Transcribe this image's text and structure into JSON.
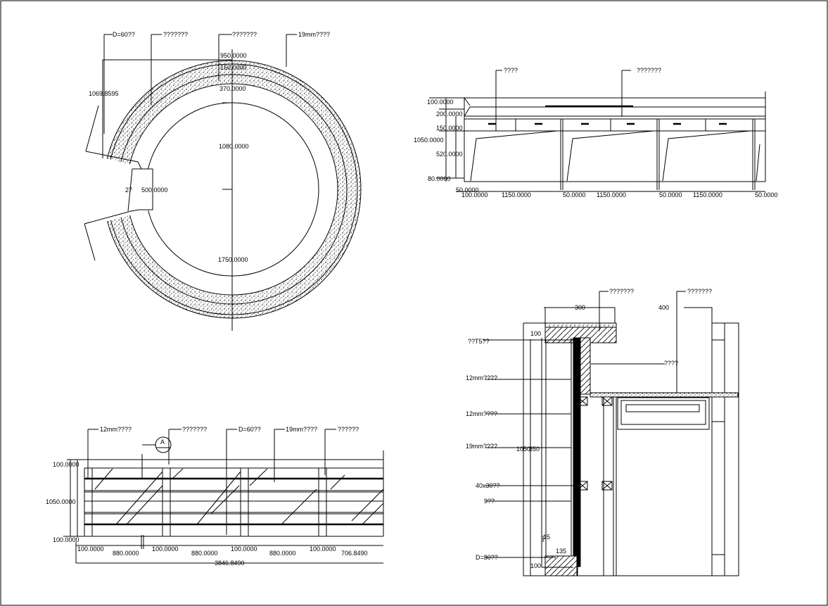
{
  "plan": {
    "labels": {
      "d60": "D=60??",
      "l2": "???????",
      "l3": "???????",
      "veneer": "19mm????"
    },
    "dims": {
      "d1": "950.0000",
      "d2": "150.0000",
      "d3": "370.0000",
      "d4": "1069.8595",
      "d5": "1080.0000",
      "d6": "500.0000",
      "d7": "1750.0000",
      "angle": "27"
    }
  },
  "back_elevation": {
    "labels": {
      "a": "????",
      "b": "???????"
    },
    "left_dims": [
      "100.0000",
      "200.0000",
      "150.0000",
      "1050.0000",
      "520.0000",
      "80.0000"
    ],
    "bottom_dims": [
      "50.0000",
      "100.0000",
      "1150.0000",
      "50.0000",
      "1150.0000",
      "50.0000",
      "1150.0000",
      "50.0000"
    ]
  },
  "front_elevation": {
    "labels": {
      "a": "12mm????",
      "b": "???????",
      "c": "D=60??",
      "d": "19mm????",
      "e": "??????"
    },
    "section_mark": "A",
    "left_dims": [
      "100.0000",
      "1050.0000",
      "100.0000"
    ],
    "bottom_dims": [
      "100.0000",
      "880.0000",
      "100.0000",
      "880.0000",
      "100.0000",
      "880.0000",
      "100.0000",
      "706.8490"
    ],
    "total": "3846.8490"
  },
  "section": {
    "top_labels": {
      "a": "???????",
      "b": "???????"
    },
    "dims": {
      "w1": "300",
      "w2": "400",
      "h_top": "100",
      "h_bot": "100",
      "height": "1050",
      "h2": "850",
      "d15": "15",
      "d135": "135"
    },
    "left_labels": [
      "??T5??",
      "12mm????",
      "12mm????",
      "19mm????",
      "40x30??",
      "9??",
      "D=80??"
    ],
    "right_label": "????"
  }
}
